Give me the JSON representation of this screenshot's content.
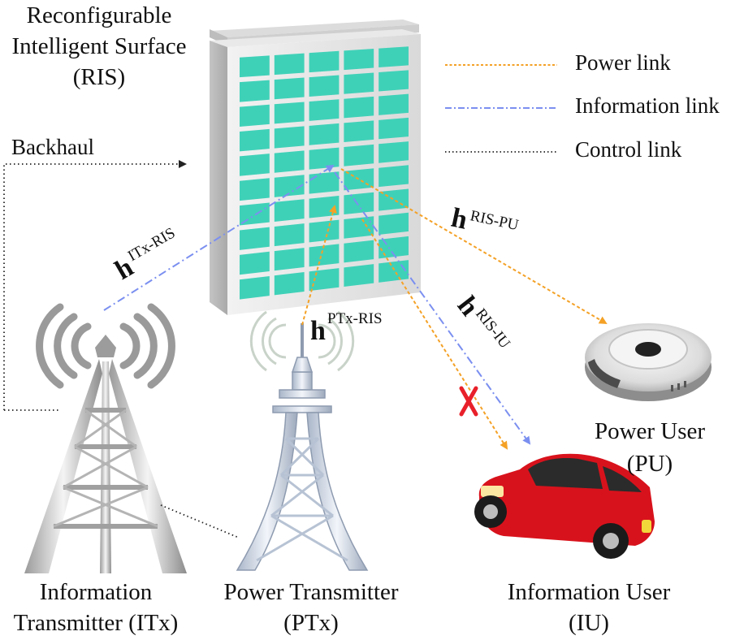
{
  "labels": {
    "ris": [
      "Reconfigurable",
      "Intelligent Surface",
      "(RIS)"
    ],
    "backhaul": "Backhaul",
    "itx": [
      "Information",
      "Transmitter (ITx)"
    ],
    "ptx": [
      "Power Transmitter",
      "(PTx)"
    ],
    "iu": [
      "Information User",
      "(IU)"
    ],
    "pu": [
      "Power User",
      "(PU)"
    ]
  },
  "legend": {
    "power": "Power link",
    "info": "Information link",
    "control": "Control link"
  },
  "channels": {
    "symbol": "h",
    "itx_ris": "ITx-RIS",
    "ptx_ris": "PTx-RIS",
    "ris_pu": "RIS-PU",
    "ris_iu": "RIS-IU"
  },
  "colors": {
    "power": "#f4a126",
    "info": "#7b8ff0",
    "control": "#222222",
    "block": "#e8202a",
    "ris_element": "#3fd1b8",
    "car": "#d8121c"
  }
}
